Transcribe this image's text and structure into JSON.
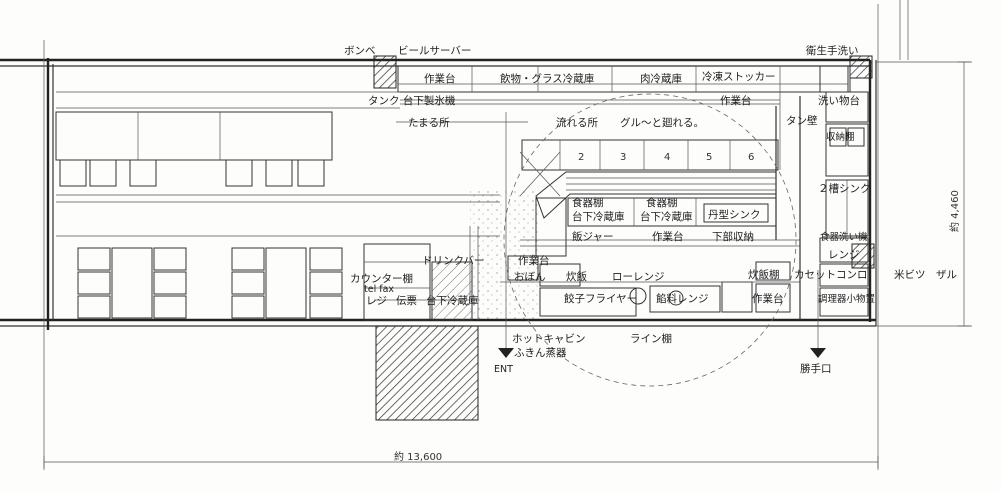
{
  "labels": {
    "bombe": "ボンベ",
    "beer_server": "ビールサーバー",
    "sanitary_sink": "衛生手洗い",
    "worktable_top": "作業台",
    "drinks_glass_fridge": "飲物・グラス冷蔵庫",
    "meat_fridge": "肉冷蔵庫",
    "freezer_stocker": "冷凍ストッカー",
    "tank_ice_maker": "タンク 台下製氷機",
    "worktable_mid": "作業台",
    "dish_wash_table": "洗い物台",
    "pooling_area": "たまる所",
    "flowing_area": "流れる所",
    "loop_note": "グル～と廻れる。",
    "tile_wall": "タン壁",
    "storage_shelf": "収納棚",
    "two_tank_sink": "２槽シンク",
    "dish_shelf_1": "食器棚",
    "dish_shelf_2": "食器棚",
    "under_fridge_1": "台下冷蔵庫",
    "under_fridge_2": "台下冷蔵庫",
    "single_sink": "丹型シンク",
    "tableware_wash": "食器洗い機",
    "rice_jar": "飯ジャー",
    "worktable_low": "作業台",
    "under_storage": "下部収納",
    "range": "レンジ",
    "drink_bar": "ドリンクバー",
    "worktable_front": "作業台",
    "tray": "おぼん",
    "rice": "炊飯",
    "low_range": "ローレンジ",
    "rice_cooker_shelf": "炊飯棚",
    "cassette_stove": "カセットコンロ",
    "rice_pit": "米ビツ",
    "zaru": "ザル",
    "counter_shelf": "カウンター棚",
    "tel_fax": "tel fax",
    "register": "レジ",
    "slips": "伝票",
    "under_fridge_counter": "台下冷蔵庫",
    "fryer": "餃子フライヤー",
    "griddle": "餡料レンジ",
    "worktable_right": "作業台",
    "small_item_shelf": "調理器小物置",
    "hot_cabinet": "ホットキャビン",
    "towel_warmer": "ふきん蒸器",
    "line_shelf": "ライン棚",
    "ent": "ENT",
    "back_door": "勝手口",
    "width_dim": "約 13,600",
    "depth_dim": "約 4,460"
  },
  "burner_numbers": [
    "2",
    "3",
    "4",
    "5",
    "6"
  ]
}
